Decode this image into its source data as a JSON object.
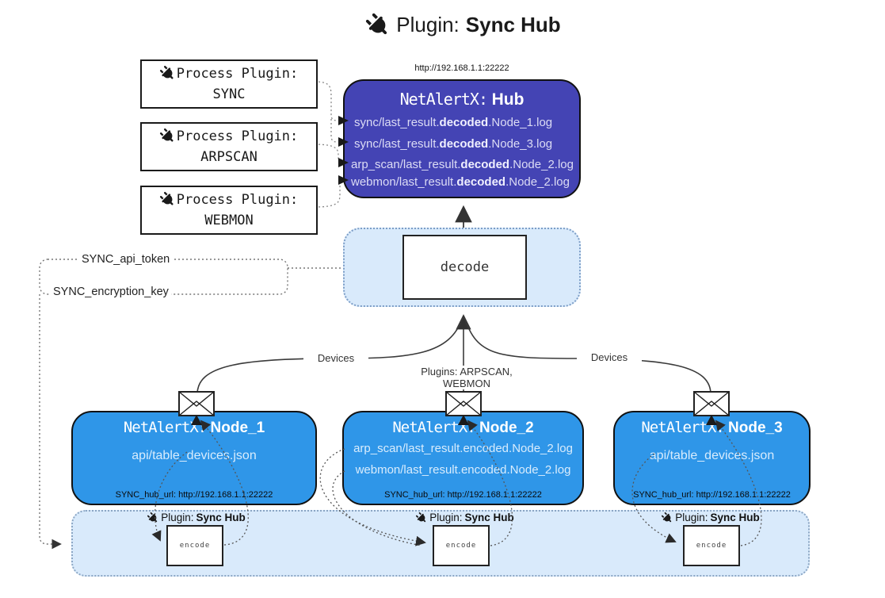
{
  "title": {
    "prefix": "Plugin:",
    "name": "Sync Hub"
  },
  "process_plugins": [
    {
      "line1": "Process Plugin:",
      "name": "SYNC"
    },
    {
      "line1": "Process Plugin:",
      "name": "ARPSCAN"
    },
    {
      "line1": "Process Plugin:",
      "name": "WEBMON"
    }
  ],
  "hub": {
    "url_label": "http://192.168.1.1:22222",
    "title_prefix": "NetAlertX:",
    "title_name": "Hub",
    "logs": [
      {
        "pre": "sync/last_result.",
        "bold": "decoded",
        "post": ".Node_1.log"
      },
      {
        "pre": "sync/last_result.",
        "bold": "decoded",
        "post": ".Node_3.log"
      },
      {
        "pre": "arp_scan/last_result.",
        "bold": "decoded",
        "post": ".Node_2.log"
      },
      {
        "pre": "webmon/last_result.",
        "bold": "decoded",
        "post": ".Node_2.log"
      }
    ]
  },
  "decode_box": {
    "label": "decode"
  },
  "settings": {
    "api_token": "SYNC_api_token",
    "encryption_key": "SYNC_encryption_key"
  },
  "edges": {
    "devices_left": "Devices",
    "devices_right": "Devices",
    "plugins_mid": "Plugins: ARPSCAN, WEBMON"
  },
  "nodes": [
    {
      "title_prefix": "NetAlertX:",
      "title_name": "Node_1",
      "files": [
        "api/table_devices.json"
      ],
      "hub_url": "SYNC_hub_url: http://192.168.1.1:22222"
    },
    {
      "title_prefix": "NetAlertX:",
      "title_name": "Node_2",
      "files": [
        "arp_scan/last_result.encoded.Node_2.log",
        "webmon/last_result.encoded.Node_2.log"
      ],
      "hub_url": "SYNC_hub_url: http://192.168.1.1:22222"
    },
    {
      "title_prefix": "NetAlertX:",
      "title_name": "Node_3",
      "files": [
        "api/table_devices.json"
      ],
      "hub_url": "SYNC_hub_url: http://192.168.1.1:22222"
    }
  ],
  "encode_groups": [
    {
      "label_prefix": "Plugin:",
      "label_name": "Sync Hub",
      "box_label": "encode"
    },
    {
      "label_prefix": "Plugin:",
      "label_name": "Sync Hub",
      "box_label": "encode"
    },
    {
      "label_prefix": "Plugin:",
      "label_name": "Sync Hub",
      "box_label": "encode"
    }
  ],
  "colors": {
    "hub_fill": "#4444b4",
    "node_fill": "#2f96e8",
    "panel_fill": "#d9eafb",
    "panel_border": "#7d9ec7",
    "hub_text": "#dcdcf5",
    "node_text": "#d8ecfd"
  }
}
